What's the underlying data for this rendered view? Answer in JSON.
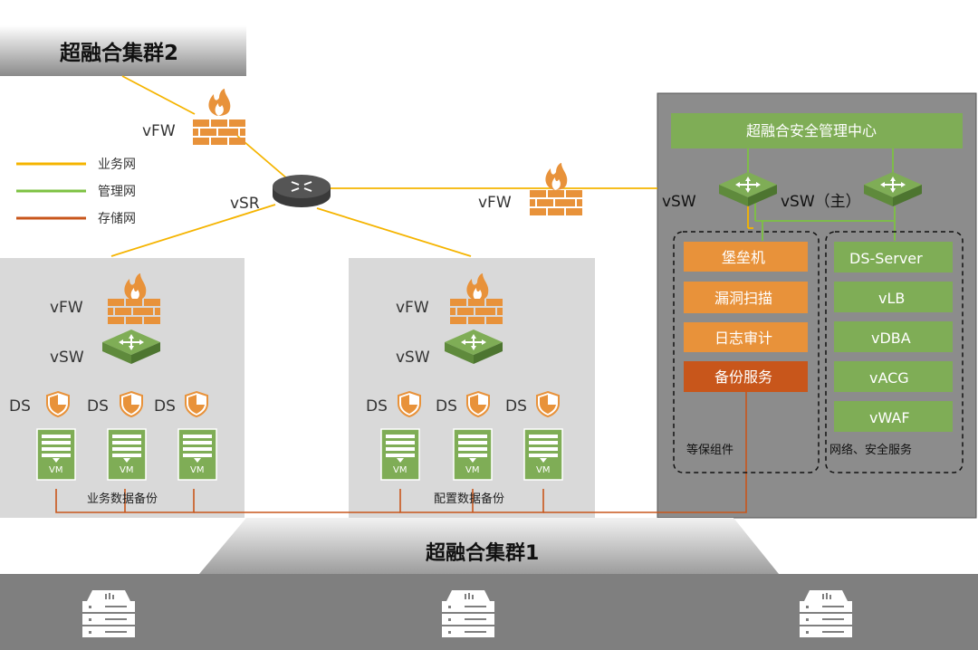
{
  "cluster2": {
    "title": "超融合集群2"
  },
  "cluster1": {
    "title": "超融合集群1"
  },
  "legend": [
    {
      "label": "业务网",
      "color": "#f5b400"
    },
    {
      "label": "管理网",
      "color": "#7dc242"
    },
    {
      "label": "存储网",
      "color": "#c8561b"
    }
  ],
  "core": {
    "vfw_top": "vFW",
    "vsr": "vSR",
    "vfw_mid": "vFW"
  },
  "left_zone": {
    "vfw": "vFW",
    "vsw": "vSW",
    "ds": [
      "DS",
      "DS",
      "DS"
    ],
    "vm": [
      "VM",
      "VM",
      "VM"
    ],
    "caption": "业务数据备份"
  },
  "mid_zone": {
    "vfw": "vFW",
    "vsw": "vSW",
    "ds": [
      "DS",
      "DS",
      "DS"
    ],
    "vm": [
      "VM",
      "VM",
      "VM"
    ],
    "caption": "配置数据备份"
  },
  "security_center": {
    "title": "超融合安全管理中心",
    "vsw": "vSW",
    "vsw_main": "vSW（主）",
    "compliance_group": {
      "items": [
        "堡垒机",
        "漏洞扫描",
        "日志审计",
        "备份服务"
      ],
      "caption": "等保组件"
    },
    "network_group": {
      "items": [
        "DS-Server",
        "vLB",
        "vDBA",
        "vACG",
        "vWAF"
      ],
      "caption": "网络、安全服务"
    }
  },
  "colors": {
    "business": "#f5b400",
    "management": "#7dc242",
    "storage": "#c8561b",
    "orange": "#e8923a",
    "dark_orange": "#c8561b",
    "green_box": "#7fad56",
    "zone_bg": "#d9d9d9",
    "center_bg": "#8c8c8c",
    "base_bg": "#7f7f7f"
  }
}
